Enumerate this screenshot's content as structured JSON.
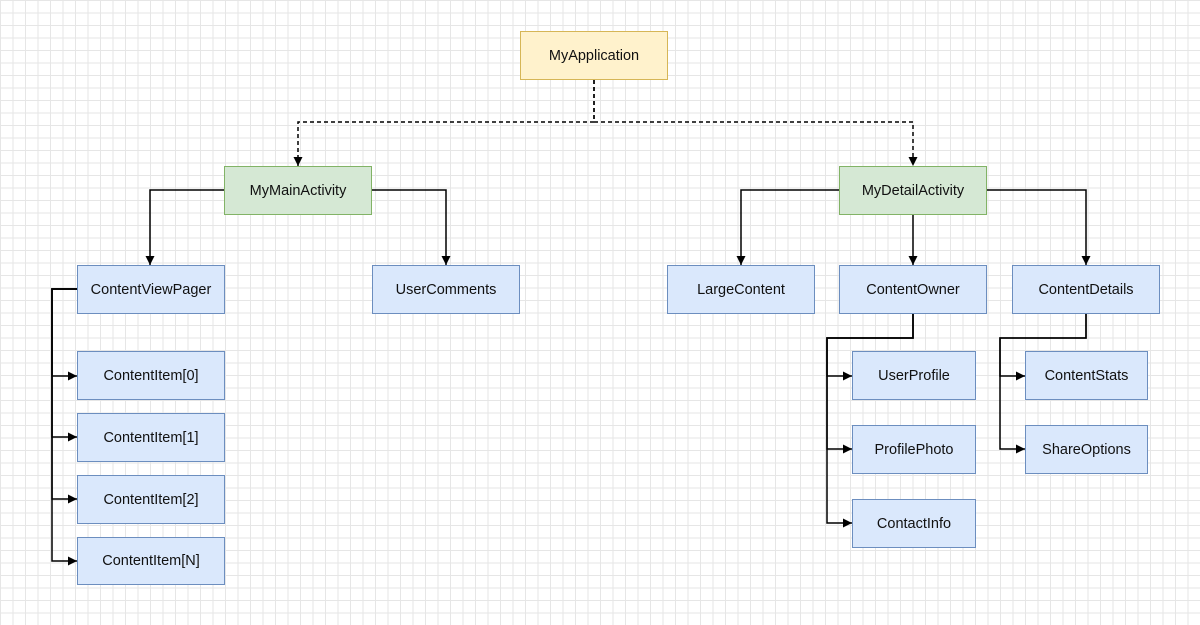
{
  "diagram": {
    "nodes": [
      {
        "id": "app",
        "label": "MyApplication",
        "kind": "app",
        "fill": "#fff2cc",
        "stroke": "#d6b656"
      },
      {
        "id": "main",
        "label": "MyMainActivity",
        "kind": "act",
        "fill": "#d5e8d4",
        "stroke": "#82b366"
      },
      {
        "id": "detail",
        "label": "MyDetailActivity",
        "kind": "act",
        "fill": "#d5e8d4",
        "stroke": "#82b366"
      },
      {
        "id": "pager",
        "label": "ContentViewPager",
        "kind": "comp",
        "fill": "#dae8fc",
        "stroke": "#6c8ebf"
      },
      {
        "id": "comments",
        "label": "UserComments",
        "kind": "comp",
        "fill": "#dae8fc",
        "stroke": "#6c8ebf"
      },
      {
        "id": "item0",
        "label": "ContentItem[0]",
        "kind": "comp",
        "fill": "#dae8fc",
        "stroke": "#6c8ebf"
      },
      {
        "id": "item1",
        "label": "ContentItem[1]",
        "kind": "comp",
        "fill": "#dae8fc",
        "stroke": "#6c8ebf"
      },
      {
        "id": "item2",
        "label": "ContentItem[2]",
        "kind": "comp",
        "fill": "#dae8fc",
        "stroke": "#6c8ebf"
      },
      {
        "id": "itemN",
        "label": "ContentItem[N]",
        "kind": "comp",
        "fill": "#dae8fc",
        "stroke": "#6c8ebf"
      },
      {
        "id": "large",
        "label": "LargeContent",
        "kind": "comp",
        "fill": "#dae8fc",
        "stroke": "#6c8ebf"
      },
      {
        "id": "owner",
        "label": "ContentOwner",
        "kind": "comp",
        "fill": "#dae8fc",
        "stroke": "#6c8ebf"
      },
      {
        "id": "details",
        "label": "ContentDetails",
        "kind": "comp",
        "fill": "#dae8fc",
        "stroke": "#6c8ebf"
      },
      {
        "id": "profile",
        "label": "UserProfile",
        "kind": "comp",
        "fill": "#dae8fc",
        "stroke": "#6c8ebf"
      },
      {
        "id": "photo",
        "label": "ProfilePhoto",
        "kind": "comp",
        "fill": "#dae8fc",
        "stroke": "#6c8ebf"
      },
      {
        "id": "contact",
        "label": "ContactInfo",
        "kind": "comp",
        "fill": "#dae8fc",
        "stroke": "#6c8ebf"
      },
      {
        "id": "stats",
        "label": "ContentStats",
        "kind": "comp",
        "fill": "#dae8fc",
        "stroke": "#6c8ebf"
      },
      {
        "id": "share",
        "label": "ShareOptions",
        "kind": "comp",
        "fill": "#dae8fc",
        "stroke": "#6c8ebf"
      }
    ],
    "edges": [
      {
        "from": "app",
        "to": "main",
        "style": "dashed"
      },
      {
        "from": "app",
        "to": "detail",
        "style": "dashed"
      },
      {
        "from": "main",
        "to": "pager",
        "style": "solid"
      },
      {
        "from": "main",
        "to": "comments",
        "style": "solid"
      },
      {
        "from": "detail",
        "to": "large",
        "style": "solid"
      },
      {
        "from": "detail",
        "to": "owner",
        "style": "solid"
      },
      {
        "from": "detail",
        "to": "details",
        "style": "solid"
      },
      {
        "from": "pager",
        "to": "item0",
        "style": "solid"
      },
      {
        "from": "pager",
        "to": "item1",
        "style": "solid"
      },
      {
        "from": "pager",
        "to": "item2",
        "style": "solid"
      },
      {
        "from": "pager",
        "to": "itemN",
        "style": "solid"
      },
      {
        "from": "owner",
        "to": "profile",
        "style": "solid"
      },
      {
        "from": "owner",
        "to": "photo",
        "style": "solid"
      },
      {
        "from": "owner",
        "to": "contact",
        "style": "solid"
      },
      {
        "from": "details",
        "to": "stats",
        "style": "solid"
      },
      {
        "from": "details",
        "to": "share",
        "style": "solid"
      }
    ],
    "colors": {
      "edge": "#000000",
      "grid": "#e6e6e6",
      "background": "#ffffff"
    }
  }
}
